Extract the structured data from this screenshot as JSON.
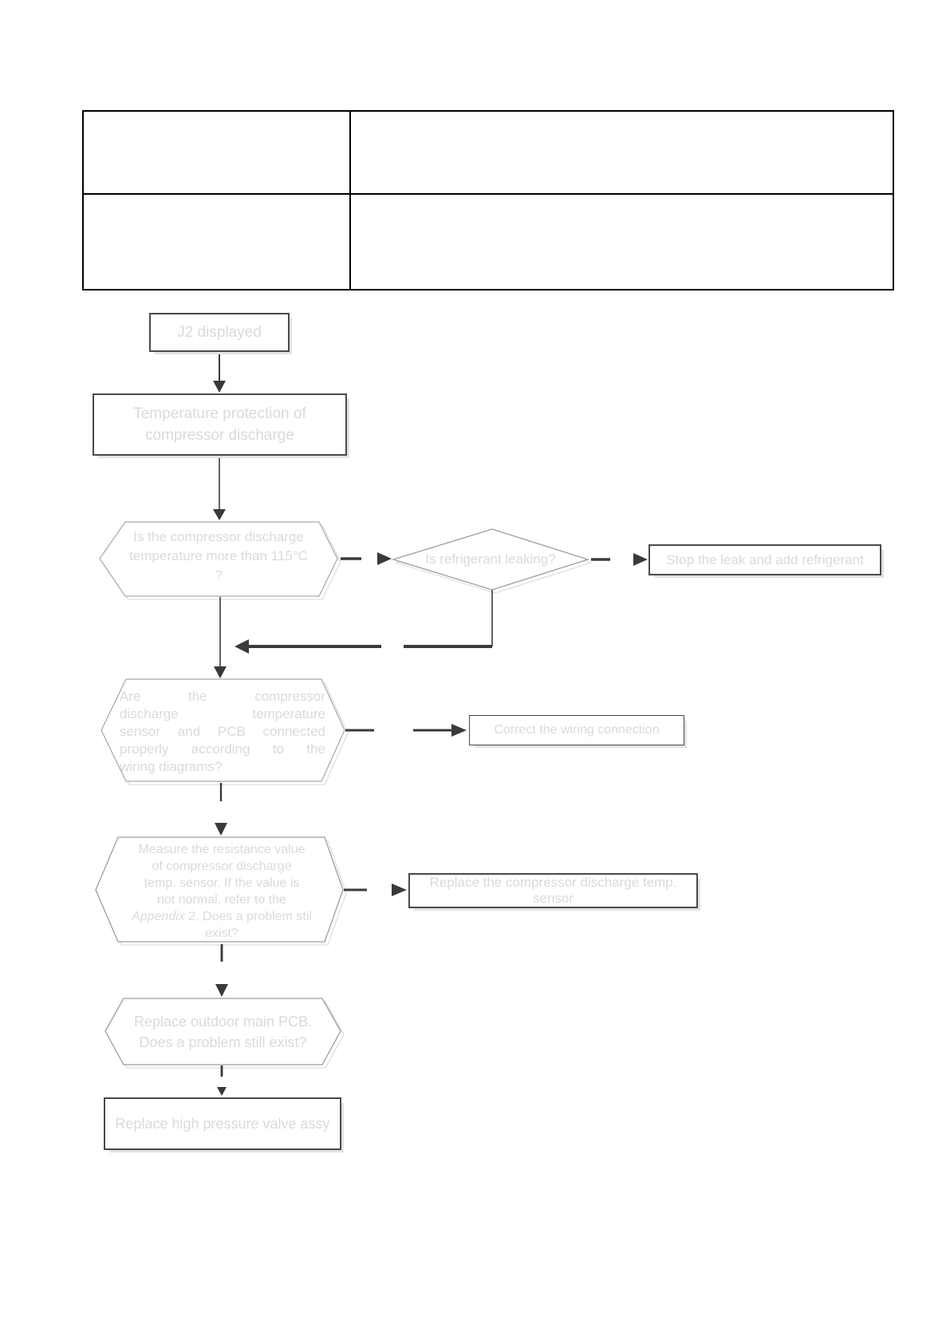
{
  "info_table": {
    "rows": [
      {
        "c1": "",
        "c2": ""
      },
      {
        "c1": "",
        "c2": ""
      }
    ]
  },
  "flowchart": {
    "start_box": "J2 displayed",
    "error_box": {
      "line1": "Temperature protection of",
      "line2": "compressor discharge"
    },
    "hex_discharge_temp": {
      "line1": "Is the compressor discharge",
      "line2": "temperature more than 115°C",
      "line3": "?"
    },
    "diamond_refrigerant": "Is refrigerant leaking?",
    "stop_leak_box": "Stop the leak and add refrigerant",
    "hex_wiring": {
      "line1": "Are the compressor",
      "line2": "discharge temperature",
      "line3": "sensor and PCB connected",
      "line4": "properly according to the",
      "line5": "wiring diagrams?"
    },
    "correct_wiring_box": "Correct the wiring connection",
    "hex_resistance": {
      "line1": "Measure the resistance value",
      "line2": "of compressor discharge",
      "line3": "temp. sensor. If the value is",
      "line4": "not normal, refer to the",
      "line5_italic": "Appendix",
      "line5_rest": " 2. Does a problem stil",
      "line6": "exist?"
    },
    "replace_sensor_box": "Replace the compressor discharge temp. sensor",
    "hex_pcb": {
      "line1": "Replace outdoor main PCB.",
      "line2": "Does a problem still exist?"
    },
    "replace_valve_box": "Replace high pressure valve assy"
  },
  "colors": {
    "table_border": "#000000",
    "box_border": "#4a4a4a",
    "hexagon_stroke": "#ababab",
    "shadow": "#e2e2e2",
    "faint_text": "#dadada",
    "arrow": "#3a3a3a"
  }
}
